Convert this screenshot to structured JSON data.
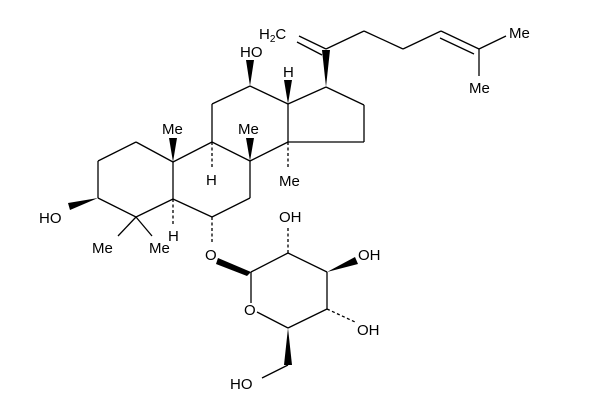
{
  "diagram": {
    "type": "chemical-structure",
    "description": "Dammarane-type triterpene glycoside (steroid skeleton with 6-O-glucoside)",
    "labels": {
      "h2c": "H2C",
      "ho_top": "HO",
      "h_14": "H",
      "me_side_1": "Me",
      "me_side_2": "Me",
      "me_10": "Me",
      "me_8": "Me",
      "h_9": "H",
      "me_14": "Me",
      "ho_3": "HO",
      "me_4a": "Me",
      "me_4b": "Me",
      "h_5": "H",
      "o_glyco": "O",
      "oh_2p": "OH",
      "oh_3p": "OH",
      "oh_4p": "OH",
      "o_ring": "O",
      "ho_6p": "HO"
    }
  }
}
